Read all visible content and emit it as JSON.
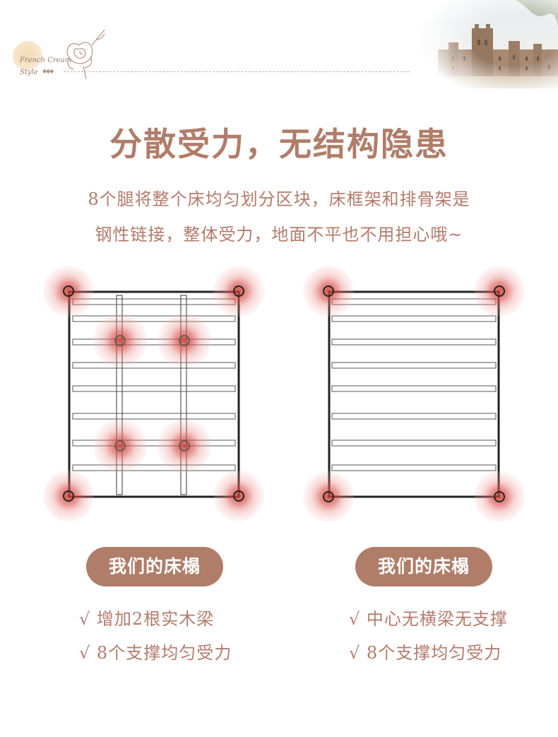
{
  "brand": {
    "line1": "French Cream",
    "line2": "Style",
    "diamonds": "◆◆◆"
  },
  "headline": "分散受力，无结构隐患",
  "description": {
    "line1": "8个腿将整个床均匀划分区块，床框架和排骨架是",
    "line2": "钢性链接，整体受力，地面不平也不用担心哦~"
  },
  "comparison": [
    {
      "badge": "我们的床榻",
      "features": [
        "√ 增加2根实木梁",
        "√ 8个支撑均匀受力"
      ]
    },
    {
      "badge": "我们的床榻",
      "features": [
        "√ 中心无横梁无支撑",
        "√ 8个支撑均匀受力"
      ]
    }
  ],
  "colors": {
    "accent": "#b07d69",
    "text": "#b37b6b",
    "support": "#c0392b"
  }
}
